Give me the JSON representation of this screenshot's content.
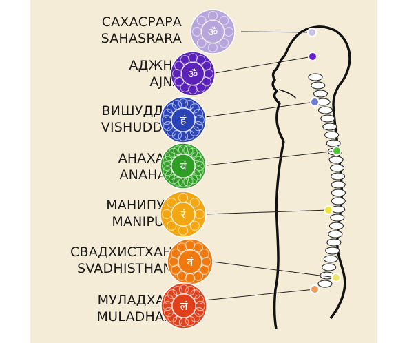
{
  "chakras": [
    {
      "cyrillic": "САХАСРАРА",
      "latin": "SAHASRARA",
      "color": "#b7a6dc",
      "dot": "#c9bfe6",
      "symbol": "ॐ"
    },
    {
      "cyrillic": "АДЖНА",
      "latin": "AJNA",
      "color": "#5a22b8",
      "dot": "#6a1ec8",
      "symbol": "ॐ"
    },
    {
      "cyrillic": "ВИШУДДХА",
      "latin": "VISHUDDHA",
      "color": "#2a44b8",
      "dot": "#6f7fd6",
      "symbol": "हं"
    },
    {
      "cyrillic": "АНАХАТА",
      "latin": "ANAHATA",
      "color": "#2f9e24",
      "dot": "#4cc23a",
      "symbol": "यं"
    },
    {
      "cyrillic": "МАНИПУРА",
      "latin": "MANIPURA",
      "color": "#f2a612",
      "dot": "#f3e43a",
      "symbol": "रं"
    },
    {
      "cyrillic": "СВАДХИСТХАНА",
      "latin": "SVADHISTHANA",
      "color": "#f07a10",
      "dot": "#f1e46a",
      "symbol": "वं"
    },
    {
      "cyrillic": "МУЛАДХАРА",
      "latin": "MULADHARA",
      "color": "#e0401a",
      "dot": "#f29a5a",
      "symbol": "लं"
    }
  ],
  "colors": {
    "background": "#f4ecd6",
    "body_outline": "#111111",
    "spine": "#ffffff"
  }
}
